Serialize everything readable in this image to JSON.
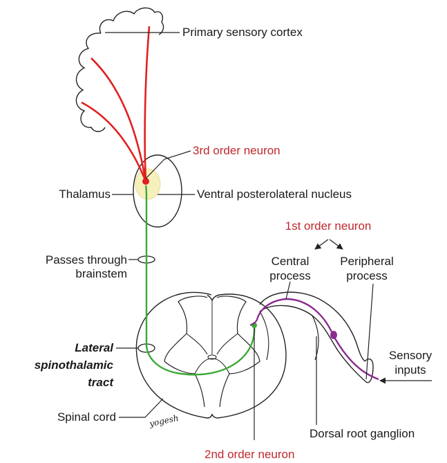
{
  "labels": {
    "primary_sensory_cortex": "Primary sensory cortex",
    "third_order_neuron": "3rd order neuron",
    "thalamus": "Thalamus",
    "ventral_posterolateral_nucleus": "Ventral posterolateral nucleus",
    "first_order_neuron": "1st order neuron",
    "passes_through_line1": "Passes through",
    "passes_through_line2": "brainstem",
    "central_process_line1": "Central",
    "central_process_line2": "process",
    "peripheral_process_line1": "Peripheral",
    "peripheral_process_line2": "process",
    "lateral_line1": "Lateral",
    "lateral_line2": "spinothalamic",
    "lateral_line3": "tract",
    "sensory_inputs_line1": "Sensory",
    "sensory_inputs_line2": "inputs",
    "spinal_cord": "Spinal cord",
    "dorsal_root_ganglion": "Dorsal root ganglion",
    "second_order_neuron": "2nd order neuron",
    "signature": "yogesh"
  },
  "colors": {
    "first_order_neuron": "#8b2a8f",
    "second_order_neuron": "#3aa935",
    "third_order_neuron": "#e02020",
    "red_label": "#c0282d",
    "thalamus_nucleus": "#f6f0bd",
    "outline": "#222222"
  }
}
